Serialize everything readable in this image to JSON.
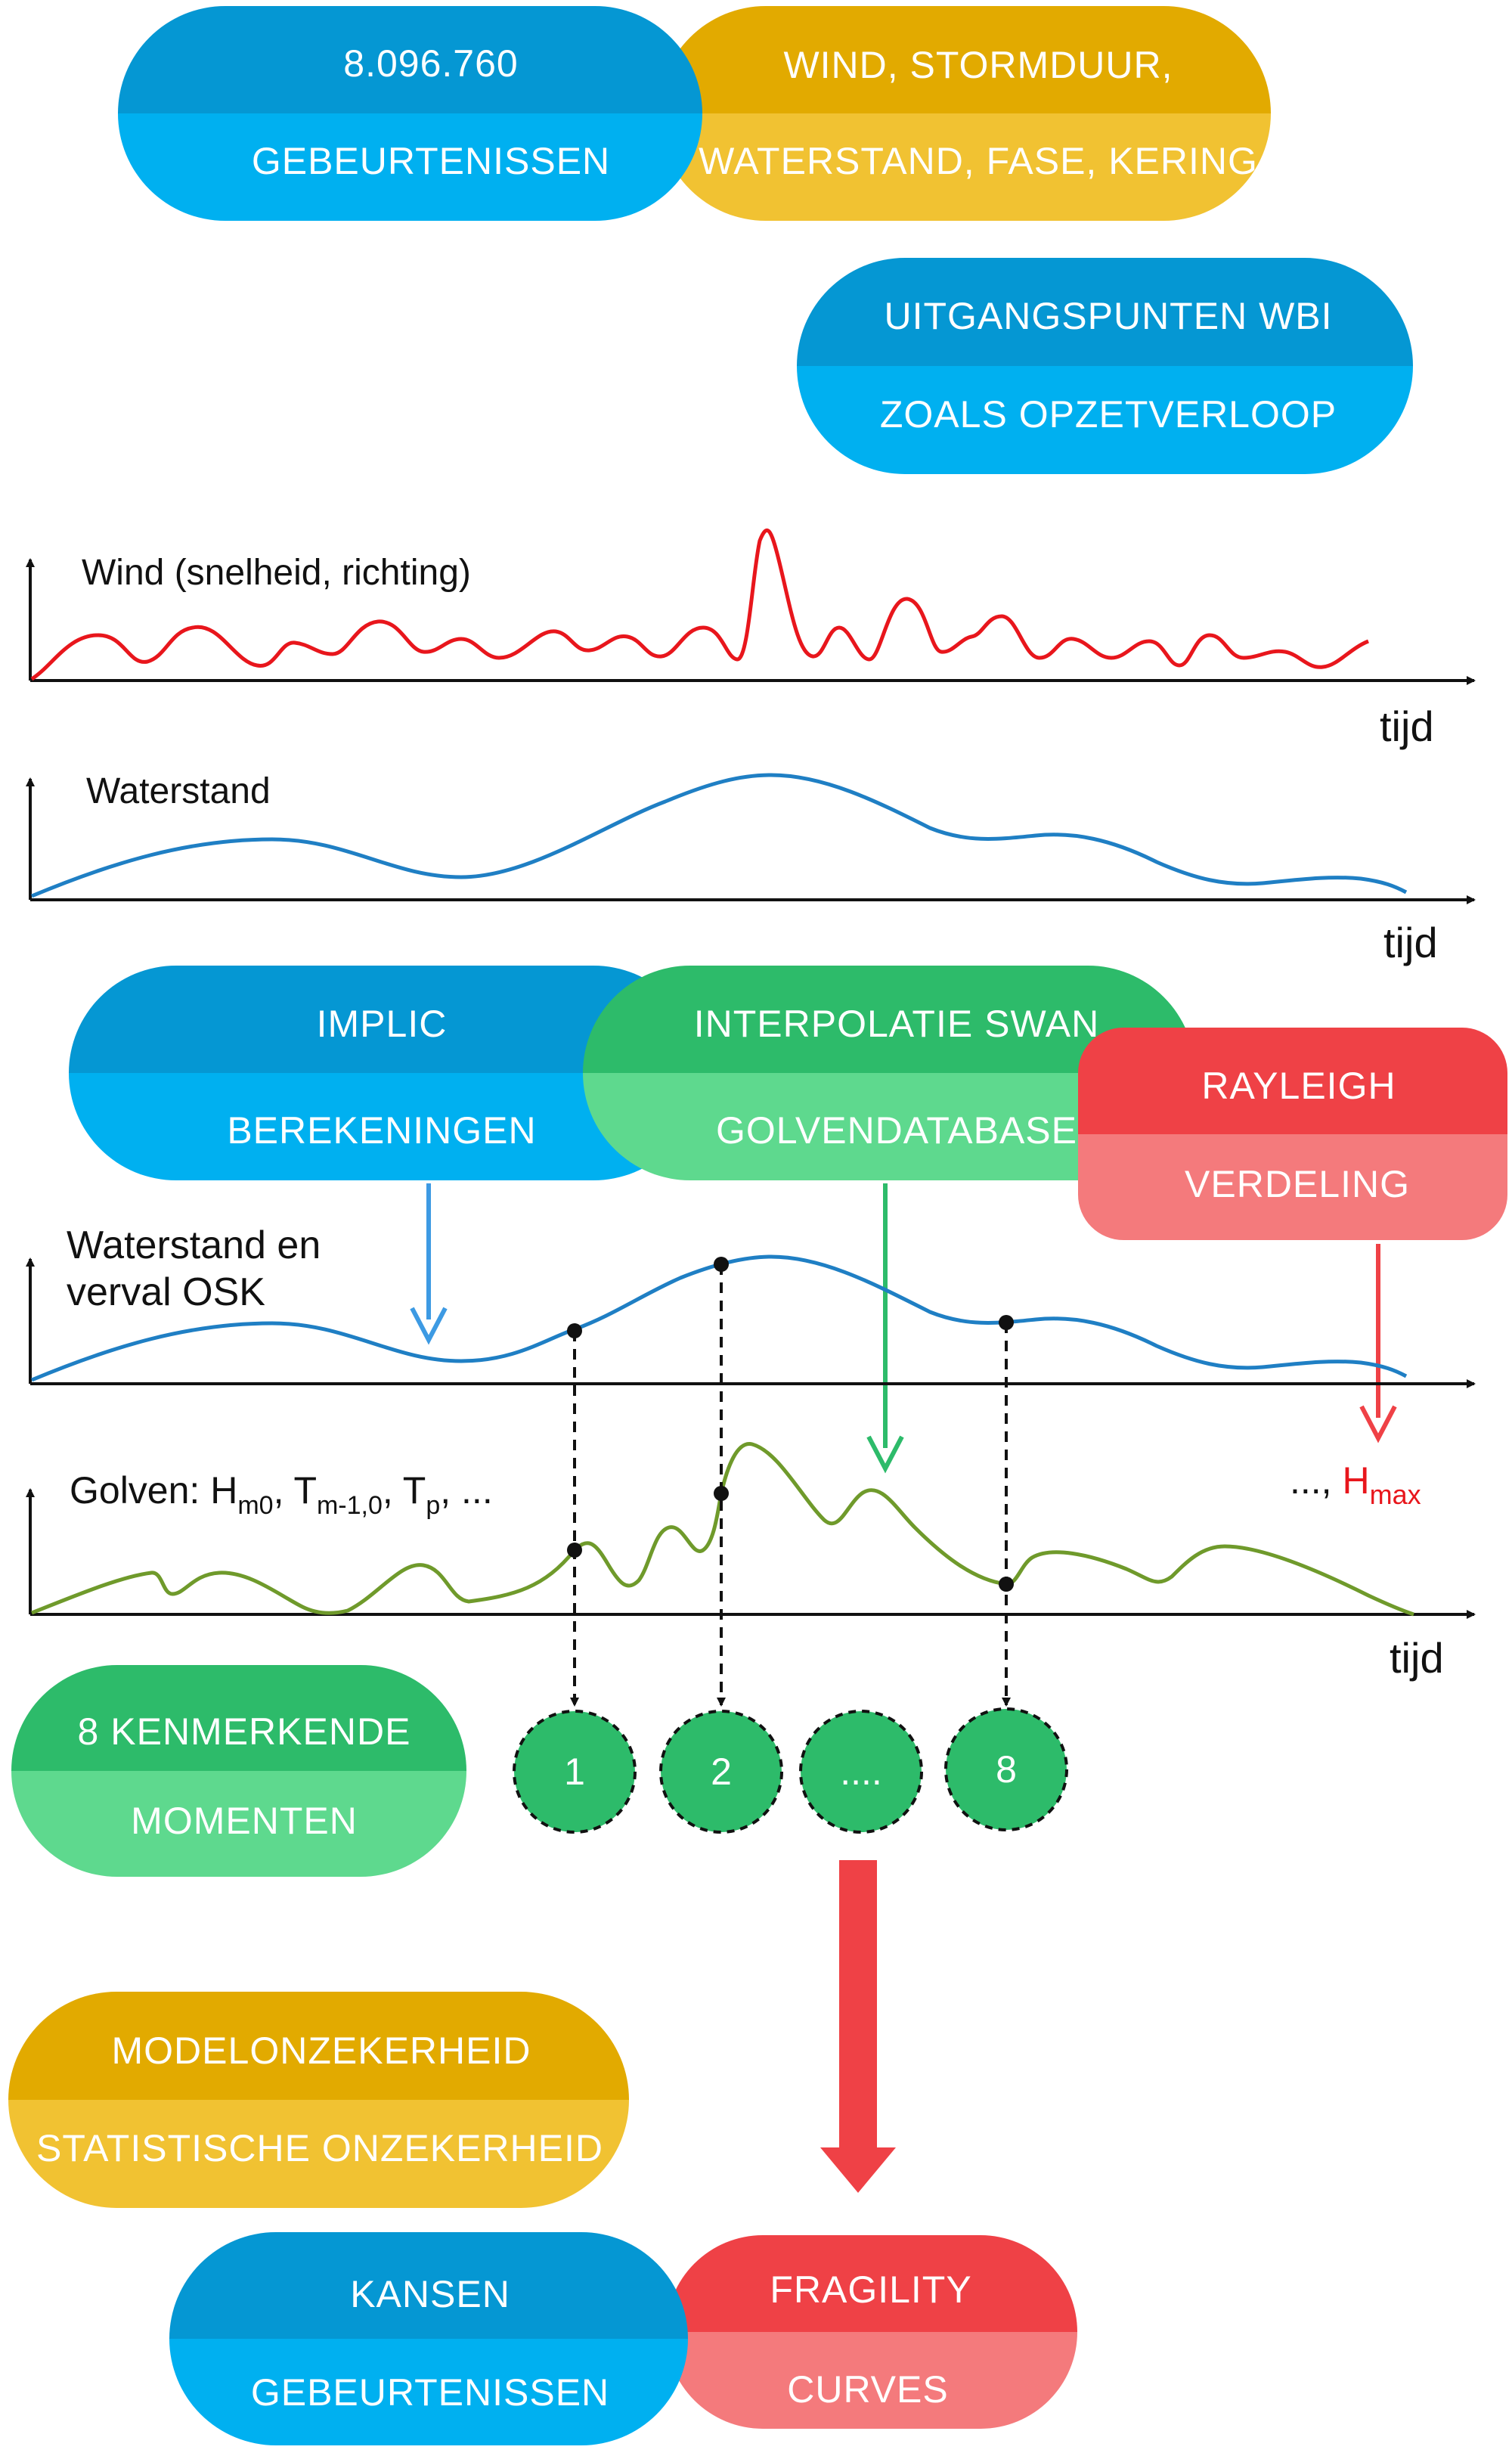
{
  "colors": {
    "blue_dark": "#0597d3",
    "blue_light": "#00b0f0",
    "gold_dark": "#e2aa00",
    "gold_light": "#f1c232",
    "green_dark": "#2dbb6a",
    "green_light": "#5ed98e",
    "red_dark": "#ef4146",
    "red_light": "#f47a7c",
    "wind_line": "#e8161c",
    "water_line": "#1f7fc4",
    "wave_line": "#6f9a2b",
    "hmax_red": "#e8161c"
  },
  "pills": {
    "events_count": {
      "top": "8.096.760",
      "bottom": "GEBEURTENISSEN"
    },
    "wind": {
      "top": "WIND, STORMDUUR,",
      "bottom": "WATERSTAND, FASE, KERING"
    },
    "wbi": {
      "top": "UITGANGSPUNTEN WBI",
      "bottom": "ZOALS OPZETVERLOOP"
    },
    "implic": {
      "top": "IMPLIC",
      "bottom": "BEREKENINGEN"
    },
    "swan": {
      "top": "INTERPOLATIE SWAN",
      "bottom": "GOLVENDATABASE"
    },
    "rayleigh": {
      "top": "RAYLEIGH",
      "bottom": "VERDELING"
    },
    "moments": {
      "top": "8 KENMERKENDE",
      "bottom": "MOMENTEN"
    },
    "uncertainty": {
      "top": "MODELONZEKERHEID",
      "bottom": "STATISTISCHE ONZEKERHEID"
    },
    "kansen": {
      "top": "KANSEN",
      "bottom": "GEBEURTENISSEN"
    },
    "fragility": {
      "top": "FRAGILITY",
      "bottom": "CURVES"
    }
  },
  "plots": {
    "wind_label": "Wind (snelheid, richting)",
    "water_label": "Waterstand",
    "water_verval_label_1": "Waterstand en",
    "water_verval_label_2": "verval OSK",
    "golven_label": {
      "prefix": "Golven: H",
      "hm0_sub": "m0",
      "sep1": ", T",
      "tm_sub": "m-1,0",
      "sep2": ", T",
      "tp_sub": "p",
      "suffix": ", ..."
    },
    "hmax_label": {
      "prefix": "..., ",
      "h": "H",
      "sub": "max"
    },
    "time_axis_label": "tijd"
  },
  "moments": {
    "circles": [
      "1",
      "2",
      "....",
      "8"
    ]
  }
}
